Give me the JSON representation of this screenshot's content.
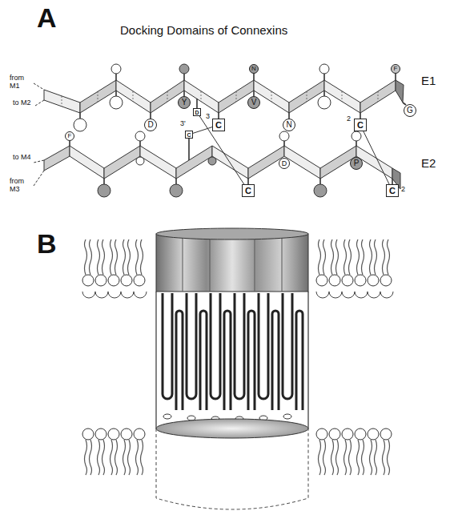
{
  "diagram": {
    "title": "Docking Domains of Connexins",
    "nodes": [
      {
        "text": [
          "N"
        ]
      },
      {
        "text": [
          "F"
        ]
      },
      {
        "text": [
          "Y"
        ]
      },
      {
        "text": [
          "V"
        ]
      },
      {
        "text": [
          "D"
        ]
      },
      {
        "text": [
          "D"
        ]
      },
      {
        "text": [
          "C"
        ]
      },
      {
        "text": [
          "N"
        ]
      },
      {
        "text": [
          "C"
        ]
      },
      {
        "text": [
          "G"
        ]
      },
      {
        "text": [
          "F"
        ]
      },
      {
        "text": [
          "C"
        ]
      },
      {
        "text": [
          "D"
        ]
      },
      {
        "text": [
          "P"
        ]
      },
      {
        "text": [
          "C"
        ]
      },
      {
        "text": [
          "C"
        ]
      }
    ],
    "edges": [
      {
        "from": 4,
        "to": 14,
        "arrow": "none"
      },
      {
        "from": 6,
        "to": 11,
        "arrow": "none"
      },
      {
        "from": 8,
        "to": 15,
        "arrow": "none"
      }
    ],
    "labels": [
      "A",
      "from M1",
      "to M2",
      "E1",
      "3",
      "3'",
      "2",
      "to M4",
      "from M3",
      "E2",
      "2",
      "B"
    ]
  }
}
